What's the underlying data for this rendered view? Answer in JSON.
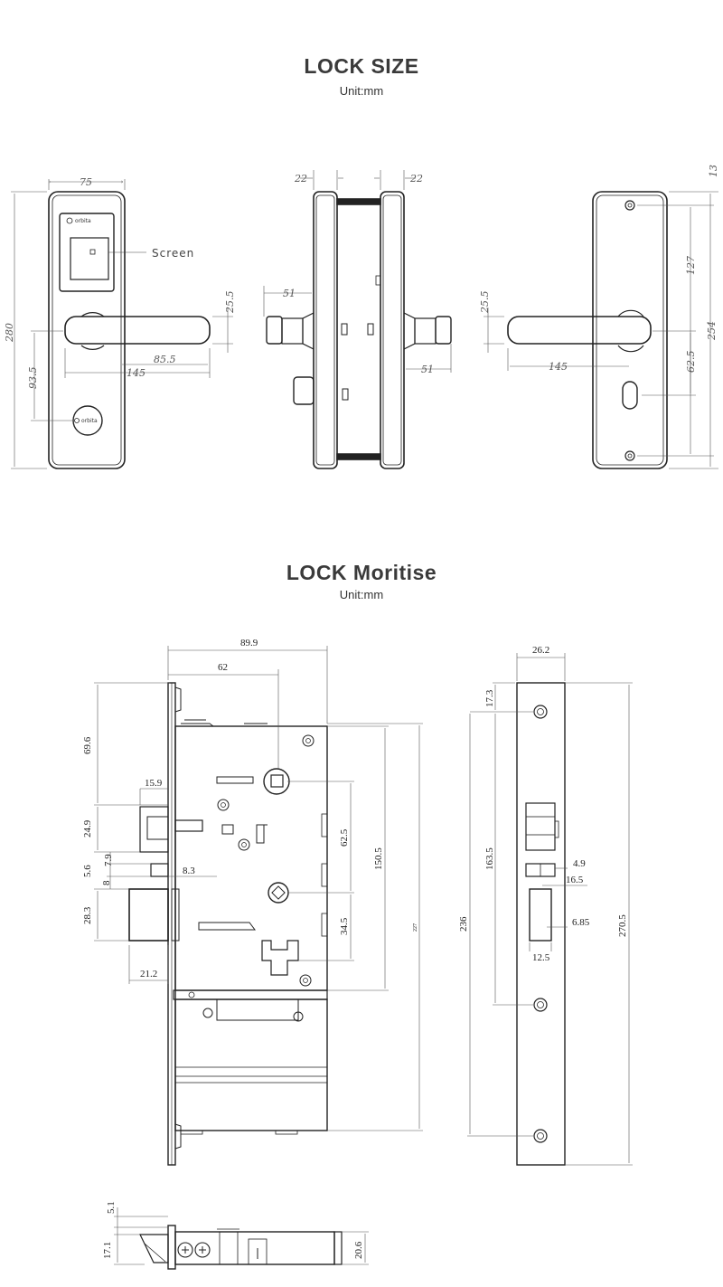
{
  "section1": {
    "title": "LOCK SIZE",
    "unit": "Unit:mm"
  },
  "section2": {
    "title": "LOCK Moritise",
    "unit": "Unit:mm"
  },
  "front_view": {
    "brand": "orbita",
    "screen_label": "Screen",
    "dims": {
      "width": "75",
      "height": "280",
      "handle_h": "25.5",
      "handle_len": "145",
      "handle_ext": "85.5",
      "handle_to_knob": "93.5"
    }
  },
  "side_view": {
    "dims": {
      "top_left": "22",
      "top_right": "22",
      "spindle_left": "51",
      "spindle_right": "51"
    }
  },
  "back_view": {
    "dims": {
      "top": "13",
      "screw_span": "127",
      "total": "254",
      "handle_h": "25.5",
      "handle_len": "145",
      "to_slot": "62.5"
    }
  },
  "mortise_front": {
    "dims": {
      "d899": "89.9",
      "d62": "62",
      "d696": "69.6",
      "d159": "15.9",
      "d249": "24.9",
      "d79": "7.9",
      "d56": "5.6",
      "d8": "8",
      "d83": "8.3",
      "d283": "28.3",
      "d212": "21.2",
      "d625": "62.5",
      "d1505": "150.5",
      "d345": "34.5",
      "d227": "227"
    }
  },
  "faceplate": {
    "dims": {
      "d262": "26.2",
      "d173": "17.3",
      "d1635": "163.5",
      "d236": "236",
      "d2705": "270.5",
      "d49": "4.9",
      "d165": "16.5",
      "d685": "6.85",
      "d125": "12.5"
    }
  },
  "mortise_bottom": {
    "dims": {
      "d51": "5.1",
      "d171": "17.1",
      "d206": "20.6"
    }
  }
}
